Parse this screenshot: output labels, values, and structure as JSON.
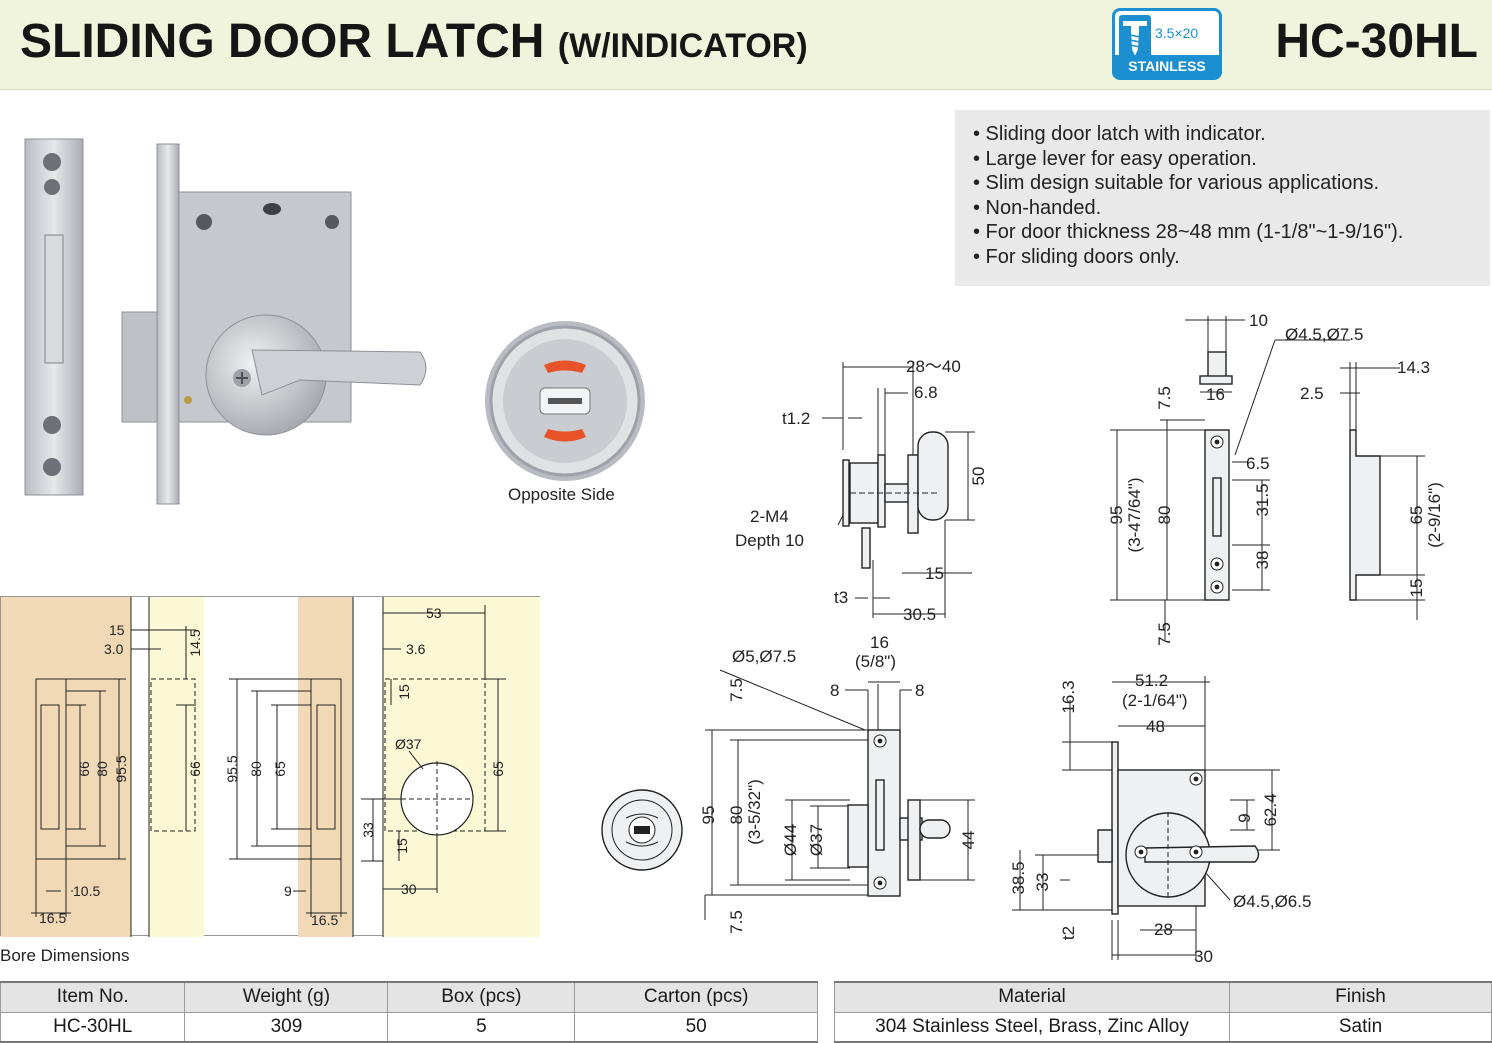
{
  "header": {
    "title": "SLIDING DOOR LATCH",
    "title_sub": "(W/INDICATOR)",
    "model": "HC-30HL",
    "badge_size": "3.5×20",
    "badge_material": "STAINLESS"
  },
  "features": [
    "• Sliding door latch with indicator.",
    "• Large lever for easy operation.",
    "• Slim design suitable for various applications.",
    "• Non-handed.",
    "• For door thickness 28~48 mm (1-1/8\"~1-9/16\").",
    "• For sliding doors only."
  ],
  "photo": {
    "opposite_side_label": "Opposite Side"
  },
  "bore": {
    "label": "Bore Dimensions",
    "dims": [
      "15",
      "3.0",
      "14.5",
      "66",
      "80",
      "95.5",
      "10.5",
      "16.5",
      "66",
      "95.5",
      "80",
      "65",
      "9",
      "16.5",
      "53",
      "3.6",
      "15",
      "Ø37",
      "65",
      "33",
      "15",
      "30"
    ]
  },
  "drawing_side": {
    "dims": [
      "28～40",
      "6.8",
      "t1.2",
      "50",
      "2-M4",
      "Depth 10",
      "15",
      "t3",
      "30.5"
    ]
  },
  "drawing_strike": {
    "dims": [
      "10",
      "Ø4.5,Ø7.5",
      "7.5",
      "16",
      "6.5",
      "95",
      "(3-47/64\")",
      "80",
      "31.5",
      "38",
      "7.5",
      "14.3",
      "2.5",
      "65",
      "(2-9/16\")",
      "15"
    ]
  },
  "drawing_front": {
    "dims": [
      "16",
      "(5/8\")",
      "Ø5,Ø7.5",
      "8",
      "8",
      "7.5",
      "95",
      "80",
      "(3-5/32\")",
      "Ø44",
      "Ø37",
      "44",
      "7.5"
    ]
  },
  "drawing_latch": {
    "dims": [
      "51.2",
      "(2-1/64\")",
      "16.3",
      "48",
      "9",
      "62.4",
      "38.5",
      "33",
      "Ø4.5,Ø6.5",
      "28",
      "t2",
      "30"
    ]
  },
  "table1": {
    "headers": [
      "Item No.",
      "Weight (g)",
      "Box (pcs)",
      "Carton (pcs)"
    ],
    "row": [
      "HC-30HL",
      "309",
      "5",
      "50"
    ]
  },
  "table2": {
    "headers": [
      "Material",
      "Finish"
    ],
    "row": [
      "304 Stainless Steel, Brass,  Zinc Alloy",
      "Satin"
    ]
  },
  "colors": {
    "header_bg": "#f1f4dc",
    "badge_blue": "#1c8fd1",
    "indicator_red": "#e8532a",
    "wood": "#f1d9b5",
    "cream": "#fbf8d6"
  }
}
